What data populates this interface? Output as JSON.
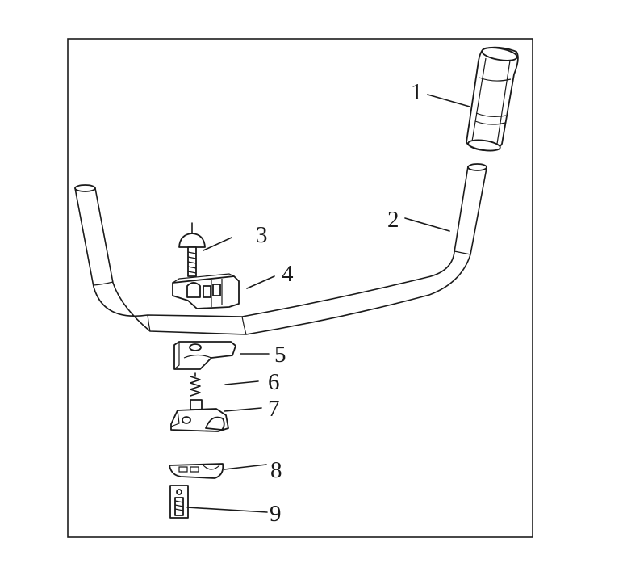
{
  "figure": {
    "description_free": true,
    "parts": [
      {
        "id": "part-1",
        "label": "1",
        "name": "grip"
      },
      {
        "id": "part-2",
        "label": "2",
        "name": "handlebar"
      },
      {
        "id": "part-3",
        "label": "3",
        "name": "bolt"
      },
      {
        "id": "part-4",
        "label": "4",
        "name": "clamp-top"
      },
      {
        "id": "part-5",
        "label": "5",
        "name": "clamp-base"
      },
      {
        "id": "part-6",
        "label": "6",
        "name": "spring"
      },
      {
        "id": "part-7",
        "label": "7",
        "name": "mount-bracket"
      },
      {
        "id": "part-8",
        "label": "8",
        "name": "cover"
      },
      {
        "id": "part-9",
        "label": "9",
        "name": "screw-plate"
      }
    ]
  }
}
